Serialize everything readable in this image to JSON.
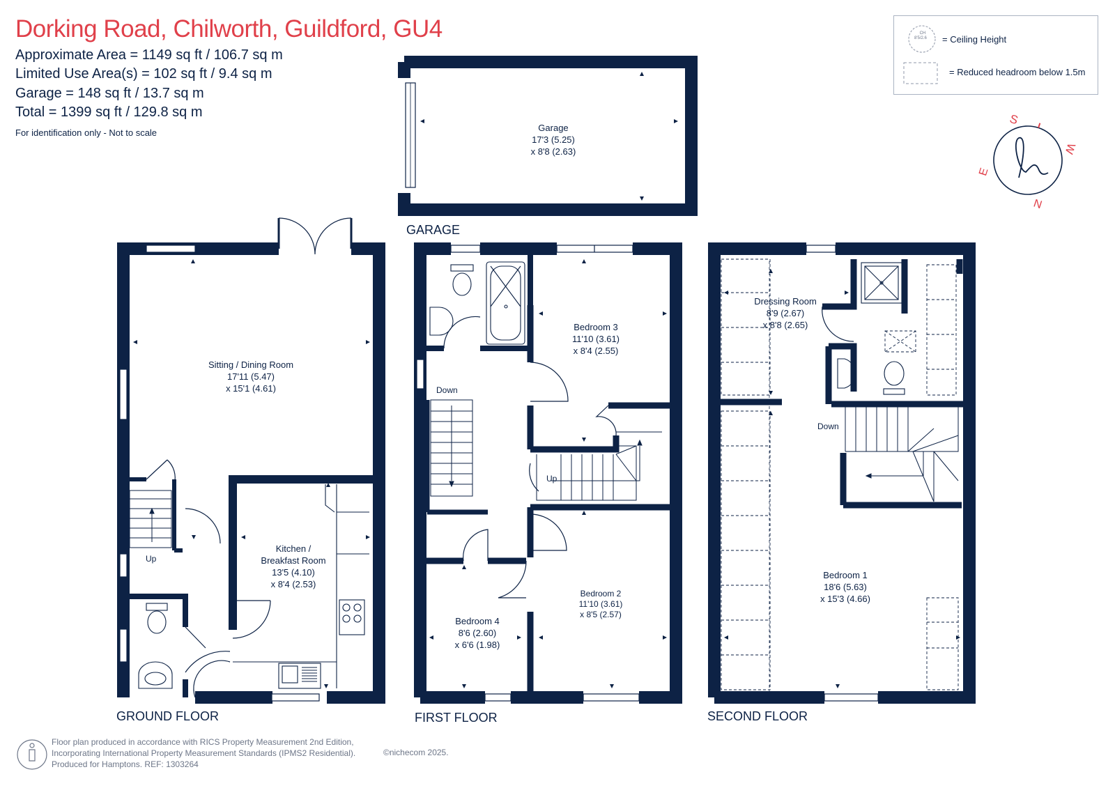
{
  "header": {
    "title": "Dorking Road, Chilworth, Guildford, GU4",
    "approx_area": "Approximate Area = 1149 sq ft / 106.7 sq m",
    "limited_use": "Limited Use Area(s) = 102 sq ft / 9.4 sq m",
    "garage_area": "Garage = 148 sq ft / 13.7 sq m",
    "total": "Total = 1399 sq ft / 129.8 sq m",
    "note": "For identification only - Not to scale"
  },
  "legend": {
    "ceiling_badge": "CH\n8'5/2.6",
    "ceiling_badge_l1": "CH",
    "ceiling_badge_l2": "8'5/2.6",
    "ceiling_label": "= Ceiling Height",
    "reduced_label": "= Reduced headroom below 1.5m"
  },
  "compass": {
    "s": "S",
    "w": "W",
    "n": "N",
    "e": "E",
    "logo": "h"
  },
  "garage": {
    "floor_label": "GARAGE",
    "room": {
      "name": "Garage",
      "dim1": "17'3 (5.25)",
      "dim2": "x 8'8 (2.63)"
    }
  },
  "ground_floor": {
    "floor_label": "GROUND FLOOR",
    "sitting": {
      "name": "Sitting / Dining Room",
      "dim1": "17'11 (5.47)",
      "dim2": "x 15'1 (4.61)"
    },
    "kitchen": {
      "name1": "Kitchen /",
      "name2": "Breakfast Room",
      "dim1": "13'5 (4.10)",
      "dim2": "x 8'4 (2.53)"
    },
    "stairs": "Up"
  },
  "first_floor": {
    "floor_label": "FIRST FLOOR",
    "bedroom3": {
      "name": "Bedroom 3",
      "dim1": "11'10 (3.61)",
      "dim2": "x 8'4 (2.55)"
    },
    "bedroom2": {
      "name": "Bedroom 2",
      "dim1": "11'10 (3.61)",
      "dim2": "x 8'5 (2.57)"
    },
    "bedroom4": {
      "name": "Bedroom 4",
      "dim1": "8'6 (2.60)",
      "dim2": "x 6'6 (1.98)"
    },
    "stairs_down": "Down",
    "stairs_up": "Up"
  },
  "second_floor": {
    "floor_label": "SECOND FLOOR",
    "dressing": {
      "name": "Dressing Room",
      "dim1": "8'9 (2.67)",
      "dim2": "x 8'8 (2.65)"
    },
    "bedroom1": {
      "name": "Bedroom 1",
      "dim1": "18'6 (5.63)",
      "dim2": "x 15'3 (4.66)"
    },
    "stairs_down": "Down"
  },
  "footer": {
    "line1": "Floor plan produced in accordance with RICS Property Measurement 2nd Edition,",
    "line2": "Incorporating International Property Measurement Standards (IPMS2 Residential).",
    "line3": "Produced for Hamptons.   REF:  1303264",
    "copyright": "©nichecom 2025."
  },
  "colors": {
    "wall": "#0d2245",
    "accent": "#e0404a",
    "muted": "#6d7688"
  }
}
